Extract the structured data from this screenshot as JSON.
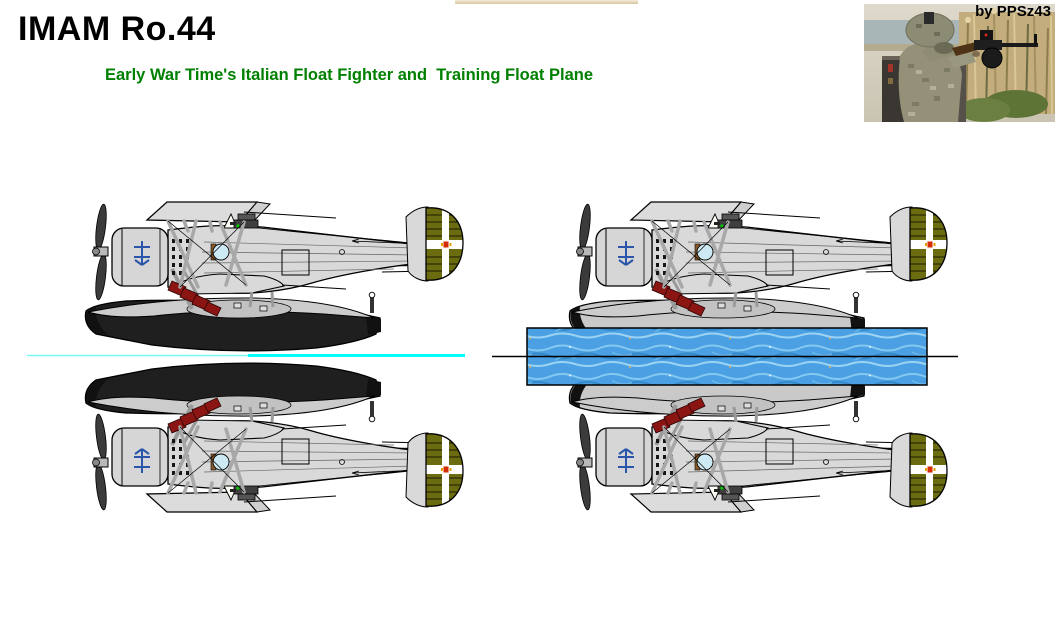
{
  "header": {
    "title": "IMAM Ro.44",
    "subtitle": "Early War Time's Italian Float Fighter and  Training Float Plane",
    "byline": "by PPSz43",
    "title_color": "#000000",
    "subtitle_color": "#008000"
  },
  "artwork": {
    "subject": "IMAM Ro.44 floatplane side profiles with mirrored reflections",
    "panels": [
      {
        "id": "left-pair",
        "float_color": "#1f1f1f",
        "waterline_style": "cyan-line",
        "waterline_color": "#00ffff"
      },
      {
        "id": "right-pair",
        "float_color": "#c9c9c9",
        "waterline_style": "textured-water-band",
        "water_fill": "#4aa0e2",
        "waterline_color": "#000000"
      }
    ],
    "colors": {
      "fuselage": "#d9d9d9",
      "outline": "#000000",
      "rudder_olive": "#6b6b10",
      "rudder_stripe": "#ffffff",
      "rudder_cross": "#d42b00",
      "exhaust_red": "#8b1512",
      "cowl_emblem_blue": "#2a55aa",
      "propeller": "#3b3b3b"
    }
  }
}
